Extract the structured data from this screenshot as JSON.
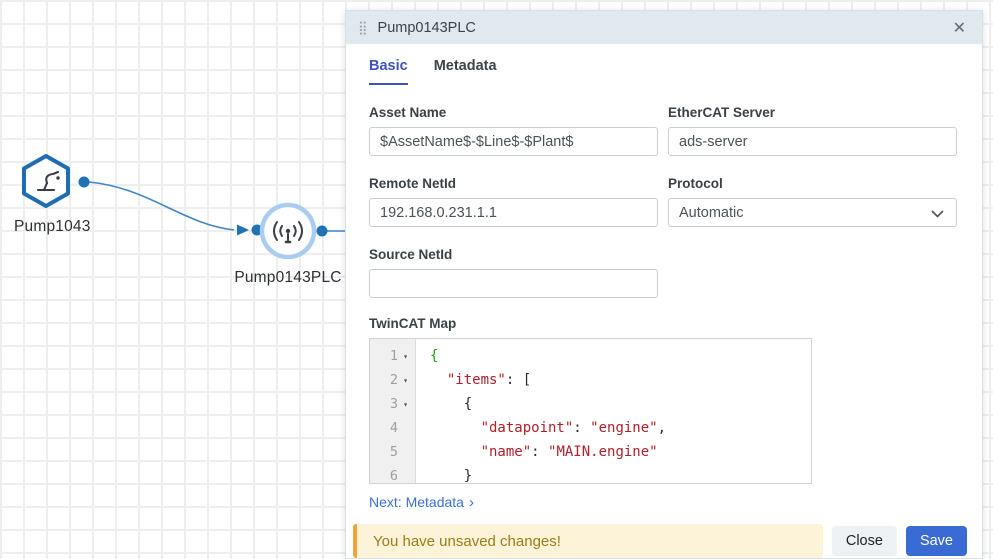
{
  "canvas": {
    "nodes": [
      {
        "id": "pump1043",
        "label": "Pump1043",
        "shape": "hexagon",
        "icon": "robot-arm-icon"
      },
      {
        "id": "pump0143plc",
        "label": "Pump0143PLC",
        "shape": "circle",
        "icon": "antenna-icon"
      }
    ],
    "edge": {
      "from": "pump1043",
      "to": "pump0143plc"
    }
  },
  "icons": {
    "drag_handle": "⣿",
    "close": "✕",
    "fold_arrow": "▾",
    "chevron_right": "›"
  },
  "panel": {
    "title": "Pump0143PLC",
    "tabs": [
      {
        "label": "Basic",
        "active": true
      },
      {
        "label": "Metadata",
        "active": false
      }
    ],
    "fields": {
      "asset_name": {
        "label": "Asset Name",
        "value": "$AssetName$-$Line$-$Plant$"
      },
      "ethercat_server": {
        "label": "EtherCAT Server",
        "value": "ads-server"
      },
      "remote_netid": {
        "label": "Remote NetId",
        "value": "192.168.0.231.1.1"
      },
      "protocol": {
        "label": "Protocol",
        "value": "Automatic"
      },
      "source_netid": {
        "label": "Source NetId",
        "value": ""
      },
      "twincat_map": {
        "label": "TwinCAT Map"
      }
    },
    "editor": {
      "lines": [
        {
          "num": "1",
          "fold": true,
          "tokens": [
            {
              "text": "{",
              "color": "green"
            }
          ]
        },
        {
          "num": "2",
          "fold": true,
          "tokens": [
            {
              "text": "  ",
              "color": "plain"
            },
            {
              "text": "\"items\"",
              "color": "red"
            },
            {
              "text": ": [",
              "color": "plain"
            }
          ]
        },
        {
          "num": "3",
          "fold": true,
          "tokens": [
            {
              "text": "    {",
              "color": "plain"
            }
          ]
        },
        {
          "num": "4",
          "fold": false,
          "tokens": [
            {
              "text": "      ",
              "color": "plain"
            },
            {
              "text": "\"datapoint\"",
              "color": "red"
            },
            {
              "text": ": ",
              "color": "plain"
            },
            {
              "text": "\"engine\"",
              "color": "red"
            },
            {
              "text": ",",
              "color": "plain"
            }
          ]
        },
        {
          "num": "5",
          "fold": false,
          "tokens": [
            {
              "text": "      ",
              "color": "plain"
            },
            {
              "text": "\"name\"",
              "color": "red"
            },
            {
              "text": ": ",
              "color": "plain"
            },
            {
              "text": "\"MAIN.engine\"",
              "color": "red"
            }
          ]
        },
        {
          "num": "6",
          "fold": false,
          "tokens": [
            {
              "text": "    }",
              "color": "plain"
            }
          ]
        }
      ]
    },
    "next_link": "Next: Metadata",
    "footer": {
      "warning": "You have unsaved changes!",
      "close_label": "Close",
      "save_label": "Save"
    }
  },
  "colors": {
    "panel_header_bg": "#dfe9ee",
    "tab_active": "#3d52c4",
    "link_blue": "#3a6fd8",
    "save_button": "#3a6bd4",
    "warning_bg": "#fdf3d9",
    "warning_border": "#f0a43c",
    "warning_text": "#9c7c19",
    "node_border_blue": "#1e6cb2",
    "node_ring_light_blue": "#a9cdf0",
    "edge_blue": "#3f87c8",
    "port_dot": "#1f72b5",
    "code_string_red": "#b01e28",
    "code_bracket_green": "#13a10e"
  }
}
